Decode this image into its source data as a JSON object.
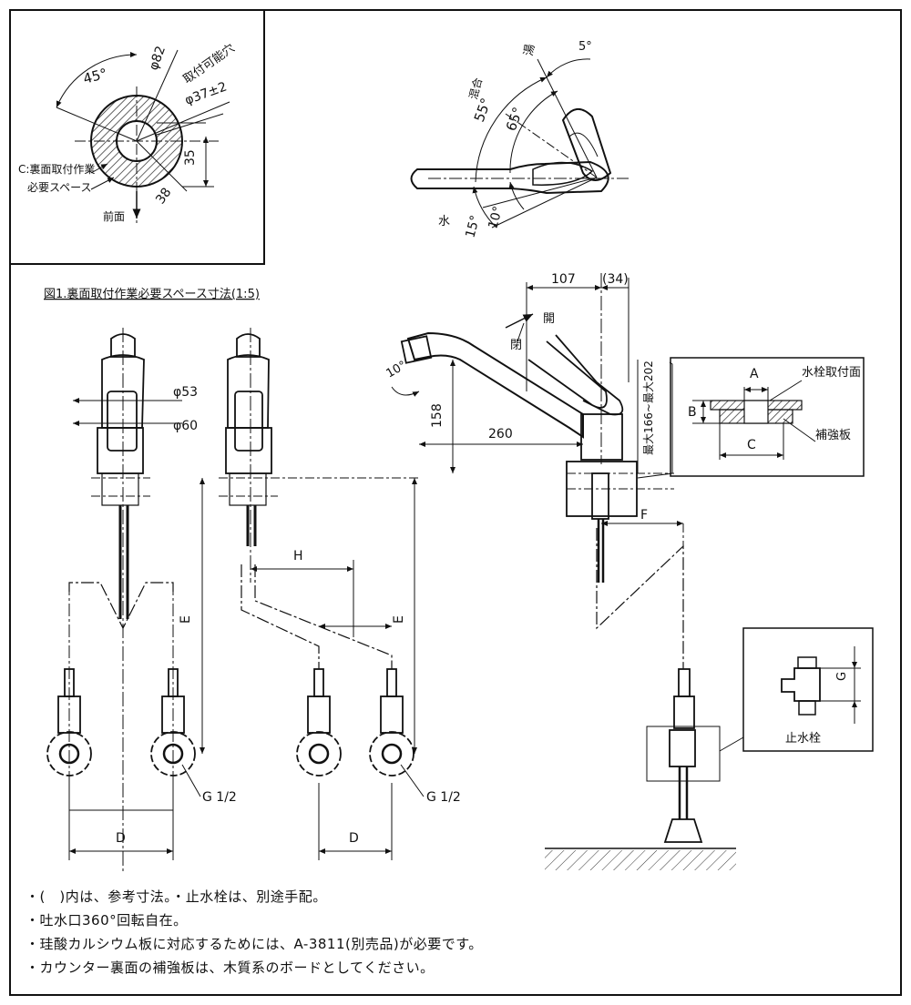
{
  "inset": {
    "caption": "図1.裏面取付作業必要スペース寸法(1:5)",
    "angle": "45°",
    "outer_dia": "φ82",
    "hole_label": "取付可能穴",
    "hole_dia": "φ37±2",
    "dim_35": "35",
    "dim_38": "38",
    "c_label_1": "C:裏面取付作業",
    "c_label_2": "必要スペース",
    "front": "前面"
  },
  "top_view": {
    "hot": "湯",
    "mixed": "混合",
    "cold": "水",
    "a5": "5°",
    "a55": "55°",
    "a65": "65°",
    "a15": "15°",
    "a10": "10°"
  },
  "front_views": {
    "d53": "φ53",
    "d60": "φ60",
    "E": "E",
    "E2": "E",
    "H": "H",
    "D": "D",
    "D2": "D",
    "g1": "G 1/2",
    "g2": "G 1/2"
  },
  "side_view": {
    "d107": "107",
    "d34": "(34)",
    "open1": "閉",
    "open2": "開",
    "a10": "10°",
    "d158": "158",
    "d260": "260",
    "range": "最大166~最大202",
    "F": "F"
  },
  "detail_mount": {
    "surface": "水栓取付面",
    "reinforce": "補強板",
    "A": "A",
    "B": "B",
    "C": "C"
  },
  "detail_stop": {
    "G": "G",
    "label": "止水栓"
  },
  "notes": [
    "・(　)内は、参考寸法。・止水栓は、別途手配。",
    "・吐水口360°回転自在。",
    "・珪酸カルシウム板に対応するためには、A-3811(別売品)が必要です。",
    "・カウンター裏面の補強板は、木質系のボードとしてください。"
  ]
}
